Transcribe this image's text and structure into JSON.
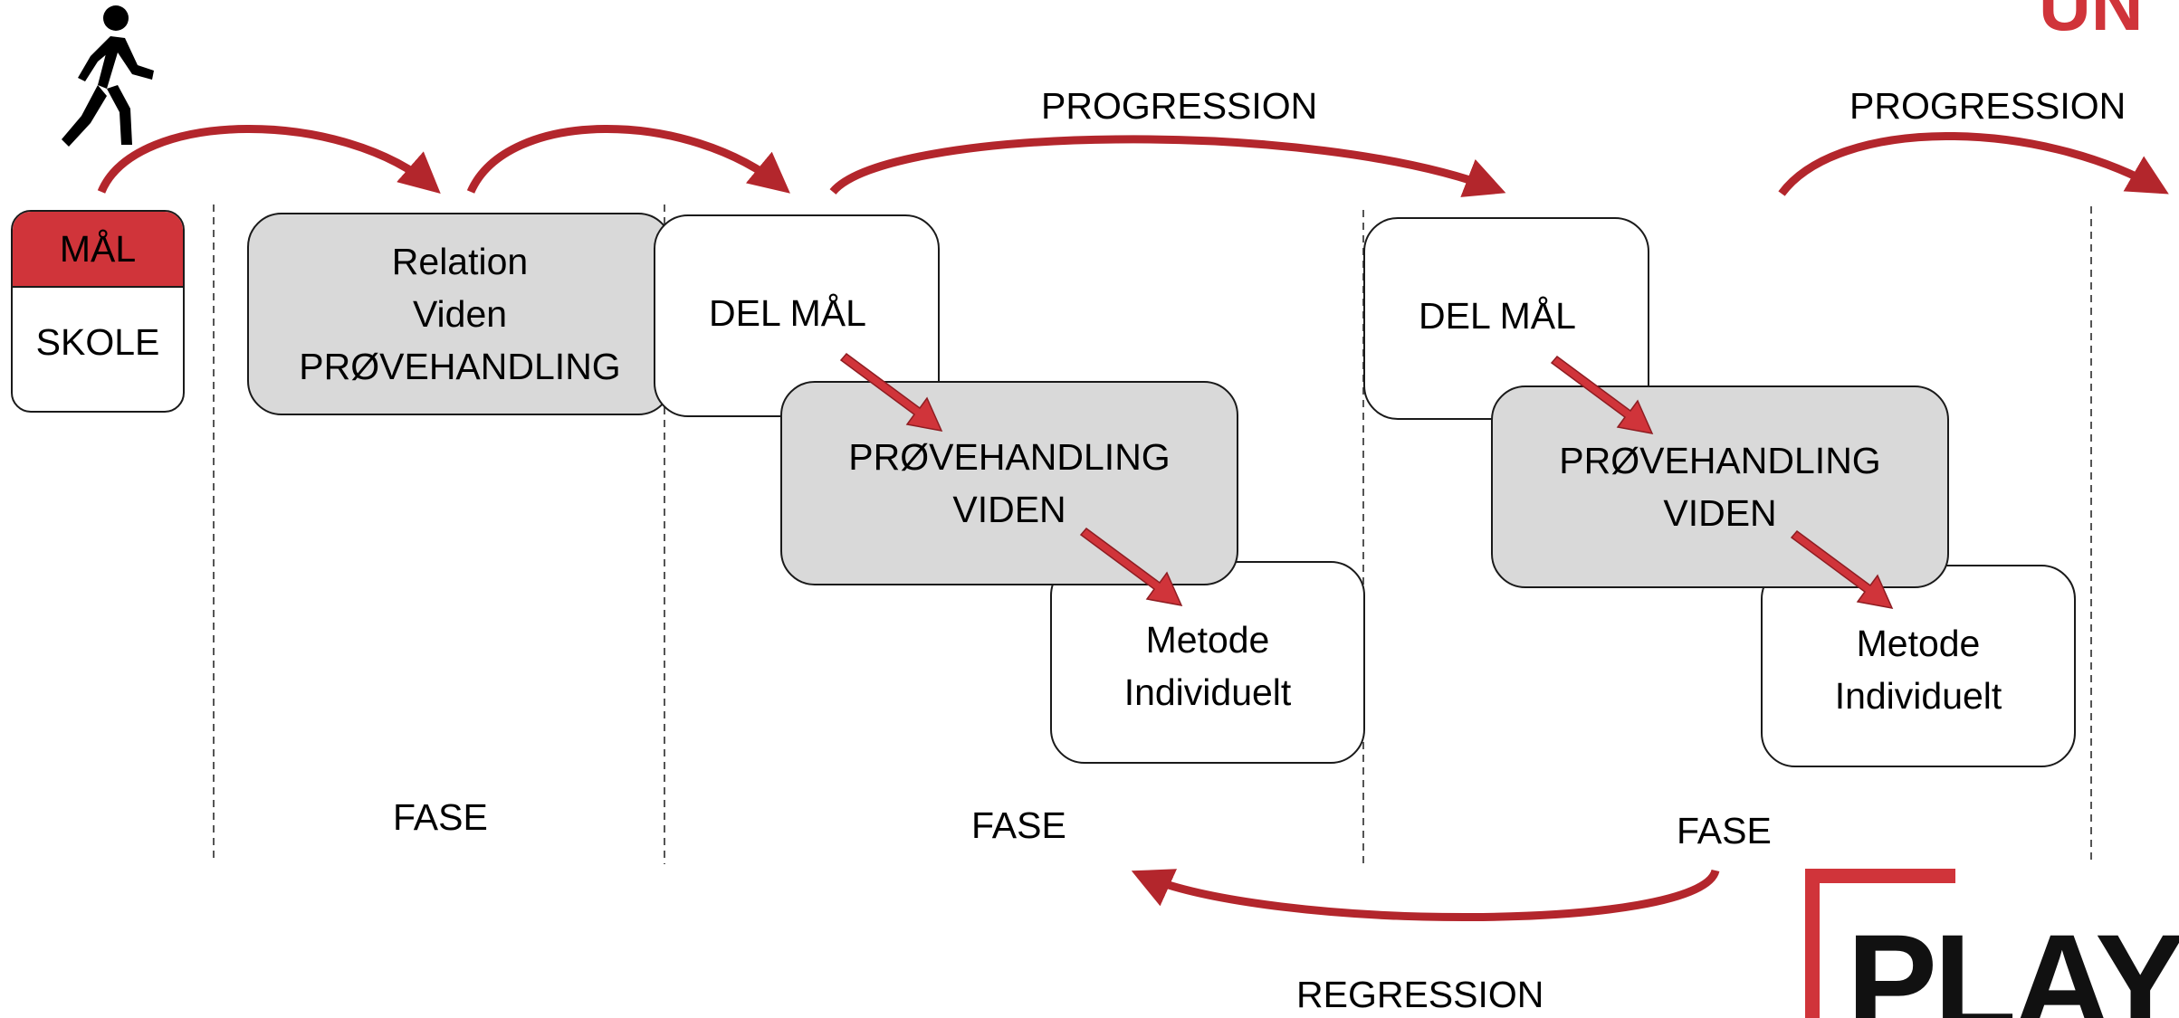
{
  "goal": {
    "top_label": "MÅL",
    "bottom_label": "SKOLE"
  },
  "phase1": {
    "lines": [
      "Relation",
      "Viden",
      "PRØVEHANDLING"
    ]
  },
  "phase2": {
    "sub_goal": "DEL MÅL",
    "trial": [
      "PRØVEHANDLING",
      "VIDEN"
    ],
    "method": [
      "Metode",
      "Individuelt"
    ]
  },
  "phase3": {
    "sub_goal": "DEL MÅL",
    "trial": [
      "PRØVEHANDLING",
      "VIDEN"
    ],
    "method": [
      "Metode",
      "Individuelt"
    ]
  },
  "phase_labels": [
    "FASE",
    "FASE",
    "FASE"
  ],
  "progression_labels": [
    "PROGRESSION",
    "PROGRESSION"
  ],
  "regression_label": "REGRESSION",
  "logo": {
    "text": "PLAY",
    "corner_text": "UN"
  },
  "colors": {
    "accent": "#d0343a",
    "arrow": "#b3262c",
    "box_gray": "#d9d9d9"
  },
  "icons": [
    "walking-person-icon"
  ]
}
